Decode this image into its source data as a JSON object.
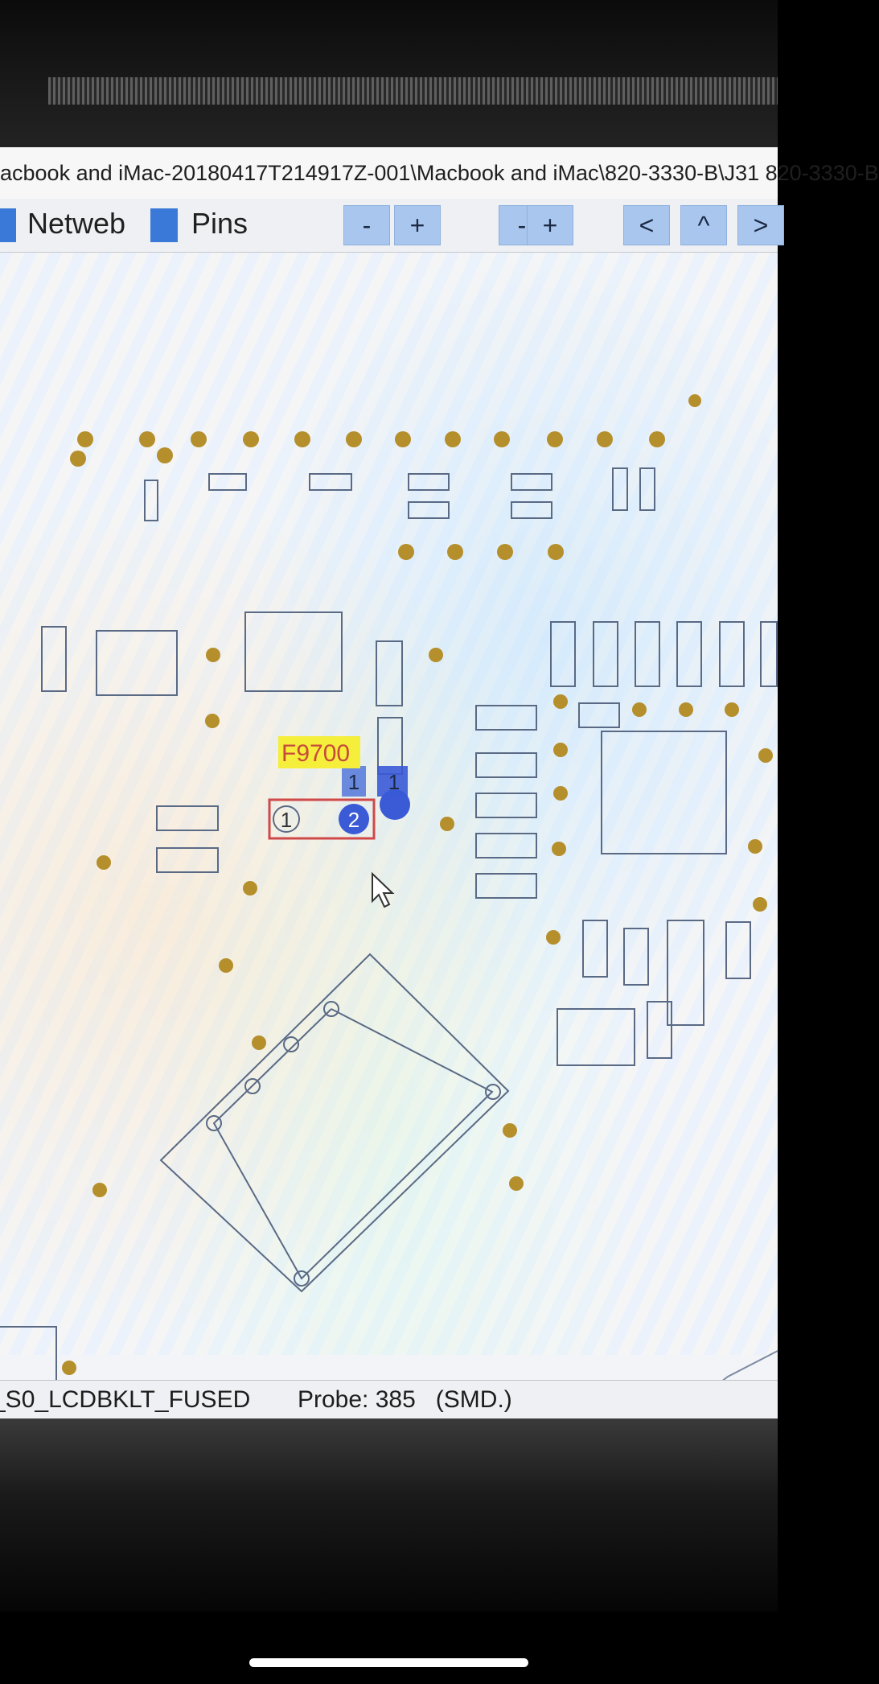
{
  "window": {
    "title_path": "acbook and iMac-20180417T214917Z-001\\Macbook and iMac\\820-3330-B\\J31 820-3330-B"
  },
  "toolbar": {
    "netweb_label": "Netweb",
    "pins_label": "Pins",
    "zoom_minus_1": "-",
    "zoom_plus_1": "+",
    "zoom_minus_2": "-",
    "zoom_plus_2": "+",
    "nav_prev": "<",
    "nav_up": "^",
    "nav_next": ">"
  },
  "board": {
    "selected_part": "F9700",
    "pin_labels": {
      "pin_1_left": "1",
      "pin_2_selected": "2",
      "pin_1_top_a": "1",
      "pin_1_top_b": "1"
    },
    "highlight_color": "#f5ee3a",
    "pad_color": "#b58f2c",
    "selected_pin_color": "#3a5ad6"
  },
  "status": {
    "net_name": "_S0_LCDBKLT_FUSED",
    "probe_text": "Probe: 385",
    "type_text": "(SMD.)"
  }
}
